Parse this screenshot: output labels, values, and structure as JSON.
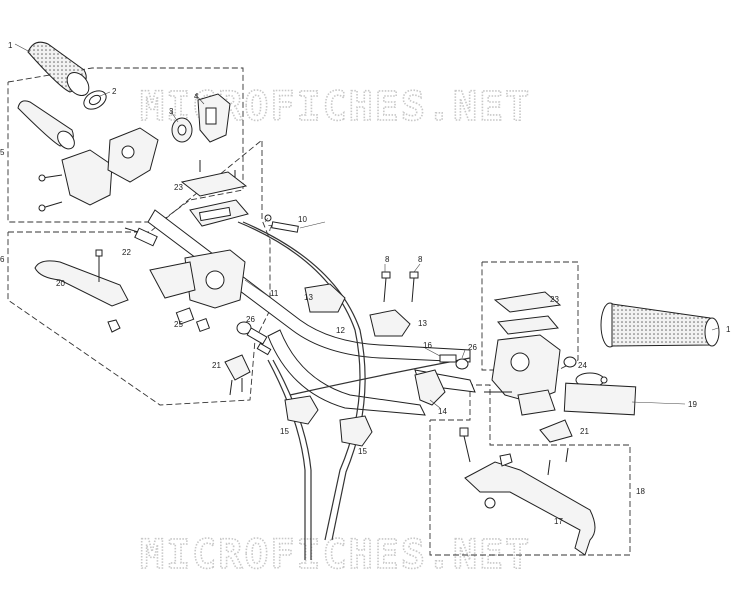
{
  "watermark": {
    "top": "MICROFICHES.NET",
    "bottom": "MICROFICHES.NET"
  },
  "callouts": {
    "n1_left": "1",
    "n2": "2",
    "n3": "3",
    "n4": "4",
    "n5": "5",
    "n6": "6",
    "n7": "7",
    "n8_a": "8",
    "n8_b": "8",
    "n10": "10",
    "n11": "11",
    "n12": "12",
    "n13_a": "13",
    "n13_b": "13",
    "n14": "14",
    "n15_a": "15",
    "n15_b": "15",
    "n16": "16",
    "n17": "17",
    "n18": "18",
    "n19": "19",
    "n20": "20",
    "n21_a": "21",
    "n21_b": "21",
    "n22": "22",
    "n23_a": "23",
    "n23_b": "23",
    "n24": "24",
    "n25": "25",
    "n26_a": "26",
    "n26_b": "26",
    "n1_right": "1"
  }
}
